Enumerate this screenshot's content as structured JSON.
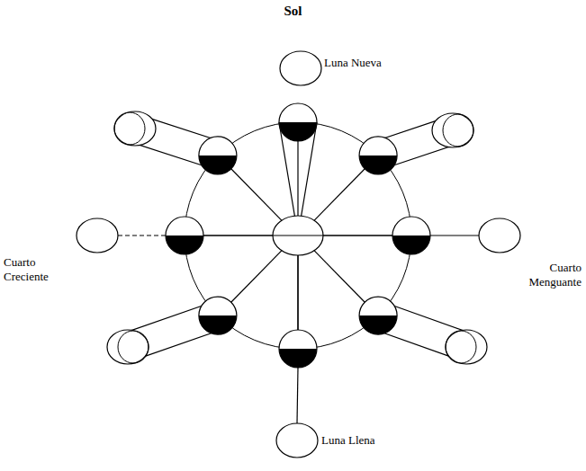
{
  "diagram": {
    "title": "Sol",
    "labels": [
      "Luna Nueva",
      "Cuarto Creciente",
      "Cuarto Menguante",
      "Luna Llena"
    ]
  }
}
